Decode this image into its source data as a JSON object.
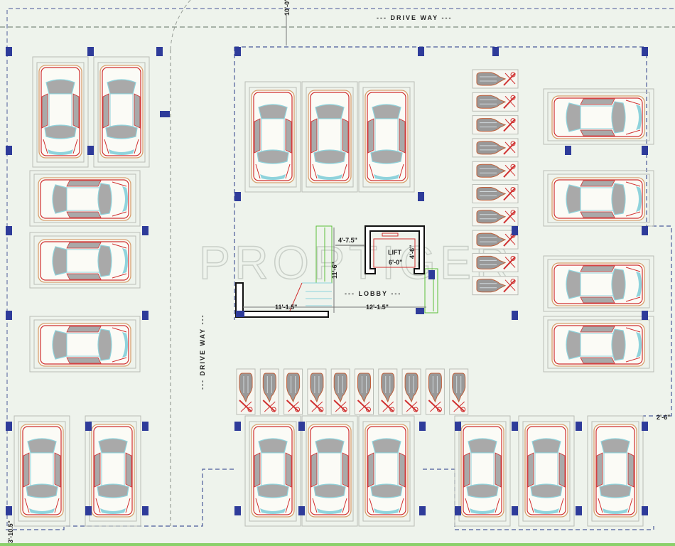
{
  "plan": {
    "top_driveway_label": "--- DRIVE WAY ---",
    "left_driveway_label": "--- DRIVE WAY ---",
    "lobby_label": "--- LOBBY ---",
    "lift_label": "LIFT",
    "watermark": "PROPTIGER",
    "dimensions": {
      "driveway_width": "10'-0\"",
      "lift_offset": "4'-7.5\"",
      "lift_depth": "4'-6\"",
      "lift_width": "6'-0\"",
      "lobby_depth": "11'-6\"",
      "stair_width": "11'-1.5\"",
      "lobby_width": "12'-1.5\"",
      "right_setback": "2'-6\"",
      "left_setback": "3'-10.5\""
    }
  },
  "colors": {
    "background": "#eef3ec",
    "column": "#2e3b9a",
    "car_outline": "#d03030",
    "car_body": "#d8a070",
    "glass": "#8fd3dc",
    "seat": "#a9a9a9",
    "slot": "#b9bdb6",
    "boundary": "#4a5a9a",
    "lobby_green": "#5cbf3a",
    "bottom_edge": "#8ad06a"
  }
}
